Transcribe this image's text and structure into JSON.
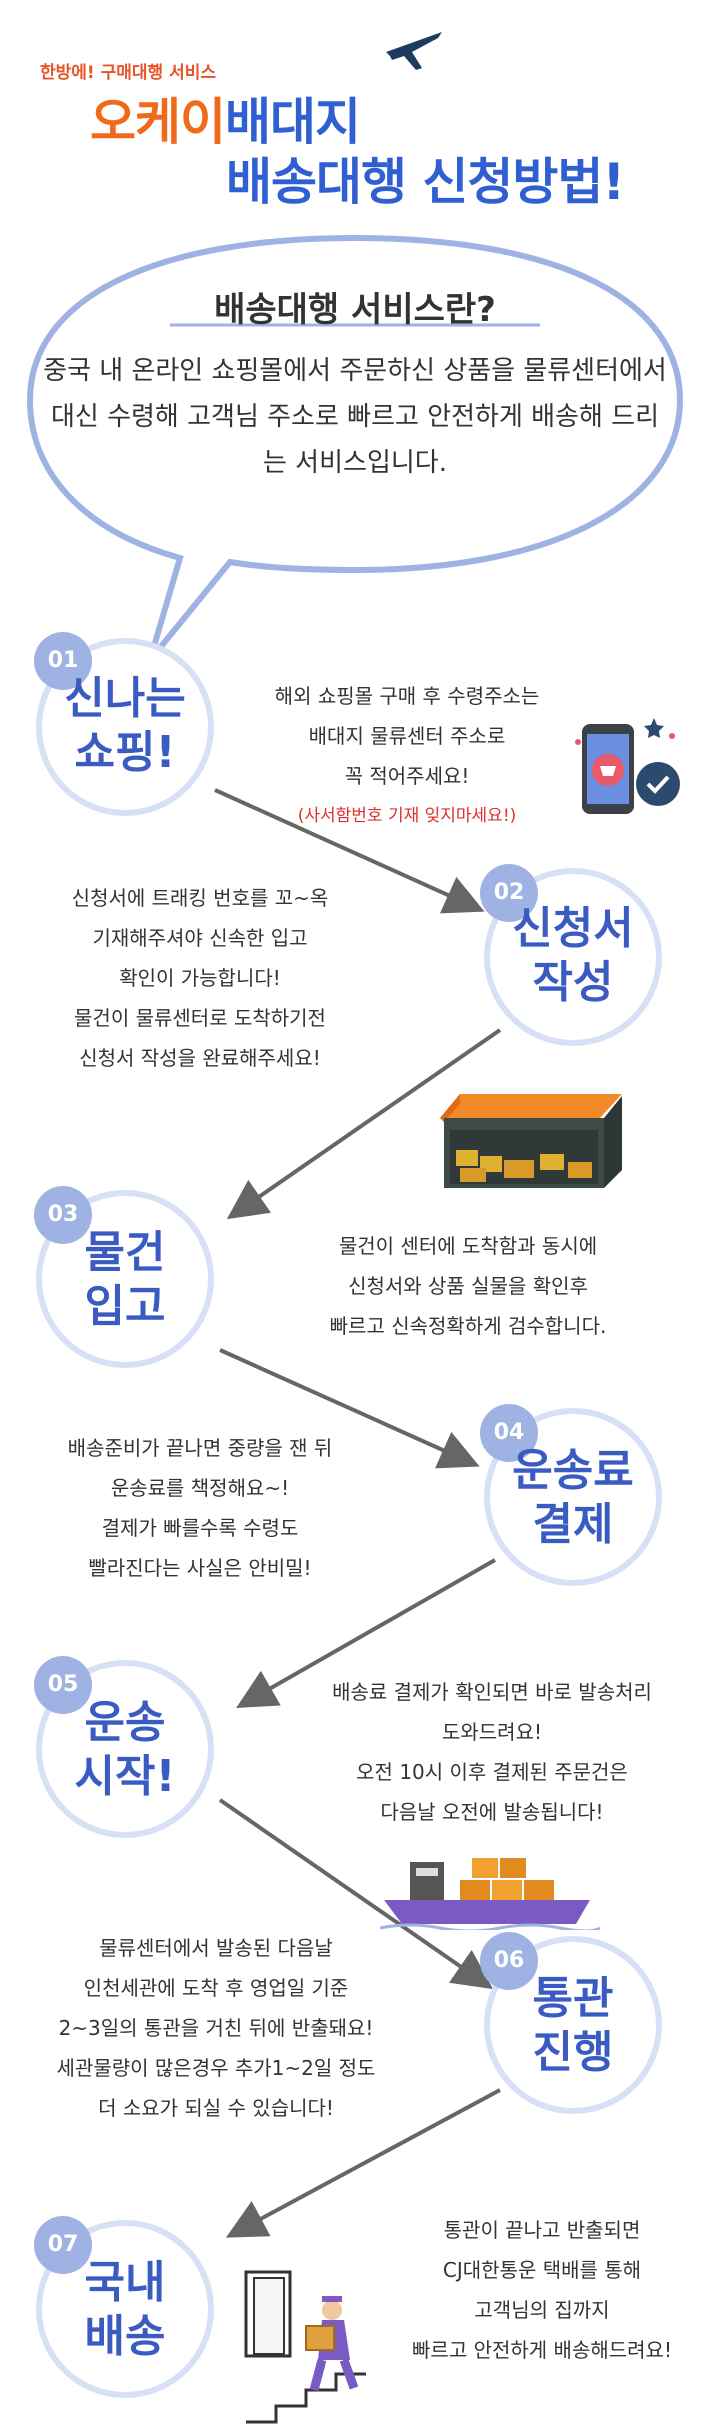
{
  "header": {
    "tagline": "한방에! 구매대행 서비스",
    "brand_part1": "오케이",
    "brand_part2": "배대지",
    "subtitle": "배송대행 신청방법!"
  },
  "intro": {
    "title": "배송대행 서비스란?",
    "body": "중국 내 온라인 쇼핑몰에서 주문하신 상품을 물류센터에서 대신 수령해 고객님 주소로 빠르고 안전하게 배송해 드리는 서비스입니다."
  },
  "steps": [
    {
      "number": "01",
      "title_line1": "신나는",
      "title_line2": "쇼핑!",
      "desc": [
        "해외 쇼핑몰 구매 후 수령주소는",
        "배대지 물류센터 주소로",
        "꼭 적어주세요!"
      ],
      "note": "(사서함번호 기재 잊지마세요!)"
    },
    {
      "number": "02",
      "title_line1": "신청서",
      "title_line2": "작성",
      "desc": [
        "신청서에 트래킹 번호를 꼬~옥",
        "기재해주셔야 신속한 입고",
        "확인이 가능합니다!",
        "물건이 물류센터로 도착하기전",
        "신청서 작성을 완료해주세요!"
      ]
    },
    {
      "number": "03",
      "title_line1": "물건",
      "title_line2": "입고",
      "desc": [
        "물건이 센터에 도착함과 동시에",
        "신청서와 상품 실물을 확인후",
        "빠르고 신속정확하게 검수합니다."
      ]
    },
    {
      "number": "04",
      "title_line1": "운송료",
      "title_line2": "결제",
      "desc": [
        "배송준비가 끝나면 중량을 잰 뒤",
        "운송료를 책정해요~!",
        "결제가 빠를수록 수령도",
        "빨라진다는 사실은 안비밀!"
      ]
    },
    {
      "number": "05",
      "title_line1": "운송",
      "title_line2": "시작!",
      "desc": [
        "배송료 결제가 확인되면 바로 발송처리",
        "도와드려요!",
        "오전 10시 이후 결제된 주문건은",
        "다음날 오전에 발송됩니다!"
      ]
    },
    {
      "number": "06",
      "title_line1": "통관",
      "title_line2": "진행",
      "desc": [
        "물류센터에서 발송된 다음날",
        "인천세관에 도착 후 영업일 기준",
        "2~3일의 통관을 거친 뒤에 반출돼요!",
        "세관물량이 많은경우 추가1~2일 정도",
        "더 소요가 되실 수 있습니다!"
      ]
    },
    {
      "number": "07",
      "title_line1": "국내",
      "title_line2": "배송",
      "desc": [
        "통관이 끝나고 반출되면",
        "CJ대한통운 택배를 통해",
        "고객님의 집까지",
        "빠르고 안전하게 배송해드려요!"
      ]
    }
  ],
  "colors": {
    "accent_blue": "#3a5bc2",
    "orange": "#f06a1c",
    "badge": "#9eb2e3",
    "ring": "#d7e0f4",
    "bubble_border": "#9eb2e3",
    "arrow": "#666666",
    "red": "#e0302a"
  },
  "icons": [
    "airplane-icon",
    "mobile-cart-icon",
    "warehouse-icon",
    "cargo-ship-icon",
    "delivery-man-icon"
  ]
}
